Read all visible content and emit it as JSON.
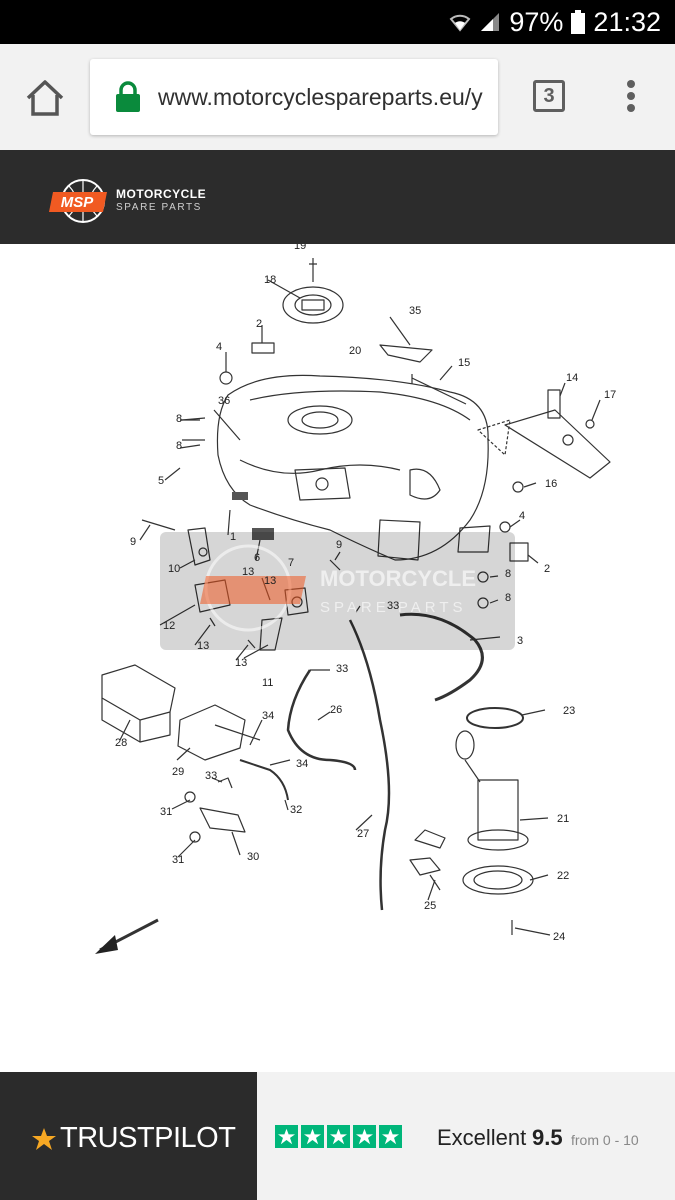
{
  "status_bar": {
    "battery_percent": "97%",
    "time": "21:32"
  },
  "browser": {
    "url": "www.motorcyclespareparts.eu/y",
    "tab_count": "3",
    "icons": [
      "home-icon",
      "lock-icon",
      "tabs-icon",
      "more-vert-icon"
    ]
  },
  "site": {
    "logo_badge": "MSP",
    "logo_line1": "MOTORCYCLE",
    "logo_line2": "SPARE PARTS",
    "brand_color": "#f15a22"
  },
  "diagram": {
    "watermark_line1": "MOTORCYCLE",
    "watermark_line2": "SPARE PARTS",
    "part_numbers": [
      "1",
      "2",
      "3",
      "4",
      "5",
      "6",
      "7",
      "8",
      "9",
      "10",
      "11",
      "12",
      "13",
      "14",
      "15",
      "16",
      "17",
      "18",
      "19",
      "20",
      "21",
      "22",
      "23",
      "24",
      "25",
      "26",
      "27",
      "28",
      "29",
      "30",
      "31",
      "32",
      "33",
      "34",
      "35",
      "36"
    ]
  },
  "trustpilot": {
    "brand": "TRUSTPILOT",
    "rating_label": "Excellent",
    "score": "9.5",
    "range": "from 0 - 10",
    "star_count": 5,
    "star_color": "#00b67a"
  }
}
